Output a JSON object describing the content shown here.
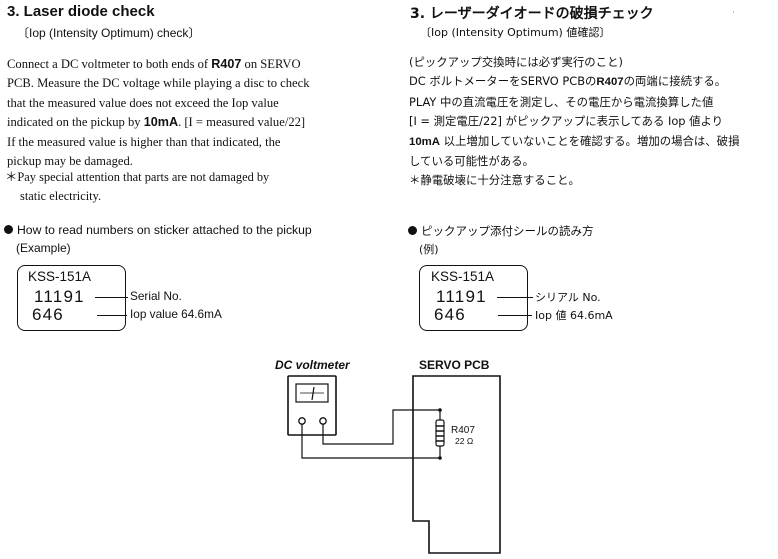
{
  "left": {
    "title": "3. Laser diode check",
    "subtitle": "〔Iop (Intensity Optimum) check〕",
    "para": {
      "l1a": "Connect a DC voltmeter to both ends of ",
      "l1b": "R407",
      "l1c": " on SERVO",
      "l2": "PCB. Measure the DC voltage while playing a disc to check",
      "l3": "that the measured value does not exceed the Iop value",
      "l4a": "indicated on the pickup by ",
      "l4b": "10mA",
      "l4c": ". [I = measured value/22]",
      "l5": "If the measured value is higher than that indicated, the",
      "l6": "pickup may be damaged."
    },
    "note_l1": "＊Pay special attention that parts are not damaged by",
    "note_l2": "static electricity.",
    "sticker_heading": "How to read numbers on sticker attached to the pickup",
    "example": "(Example)",
    "sticker": {
      "model": "KSS-151A",
      "serial": "11191",
      "iop": "646",
      "serial_label": "Serial No.",
      "iop_label": "Iop value 64.6mA"
    }
  },
  "right": {
    "title": "3. レーザーダイオードの破損チェック",
    "subtitle": "〔Iop (Intensity Optimum) 値確認〕",
    "para": {
      "l1": "(ピックアップ交換時には必ず実行のこと)",
      "l2a": "DC ボルトメーターをSERVO PCBの",
      "l2b": "R407",
      "l2c": "の両端に接続する。",
      "l3": "PLAY 中の直流電圧を測定し、その電圧から電流換算した値",
      "l4": "[I = 測定電圧/22] がピックアップに表示してある Iop 値より",
      "l5a": "10mA",
      "l5b": " 以上増加していないことを確認する。増加の場合は、破損",
      "l6": "している可能性がある。",
      "l7": "＊静電破壊に十分注意すること。"
    },
    "sticker_heading": "ピックアップ添付シールの読み方",
    "example": "(例)",
    "sticker": {
      "model": "KSS-151A",
      "serial": "11191",
      "iop": "646",
      "serial_label": "シリアル No.",
      "iop_label": "Iop 値 64.6mA"
    }
  },
  "diagram": {
    "voltmeter_label": "DC voltmeter",
    "pcb_label": "SERVO PCB",
    "resistor_name": "R407",
    "resistor_value": "22 Ω"
  }
}
